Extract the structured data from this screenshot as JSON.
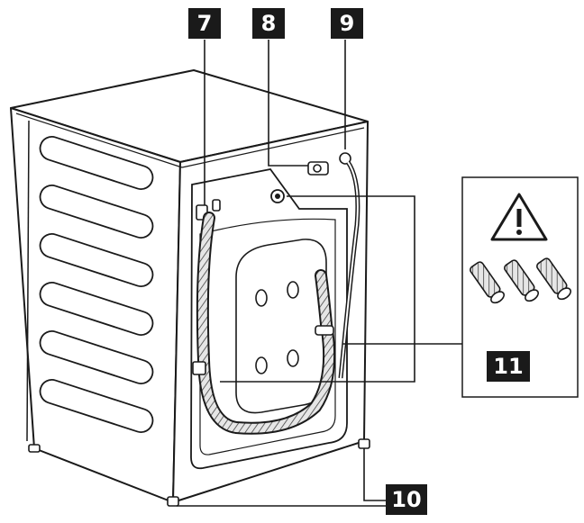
{
  "callouts": {
    "c7": "7",
    "c8": "8",
    "c9": "9",
    "c10": "10",
    "c11": "11"
  },
  "icons": {
    "warning": "warning-triangle-icon",
    "plugs": "wall-plug-icon"
  },
  "colors": {
    "line": "#1a1a1a",
    "badge_bg": "#1a1a1a",
    "badge_text": "#ffffff",
    "hose_fill": "#d9d9d9"
  }
}
